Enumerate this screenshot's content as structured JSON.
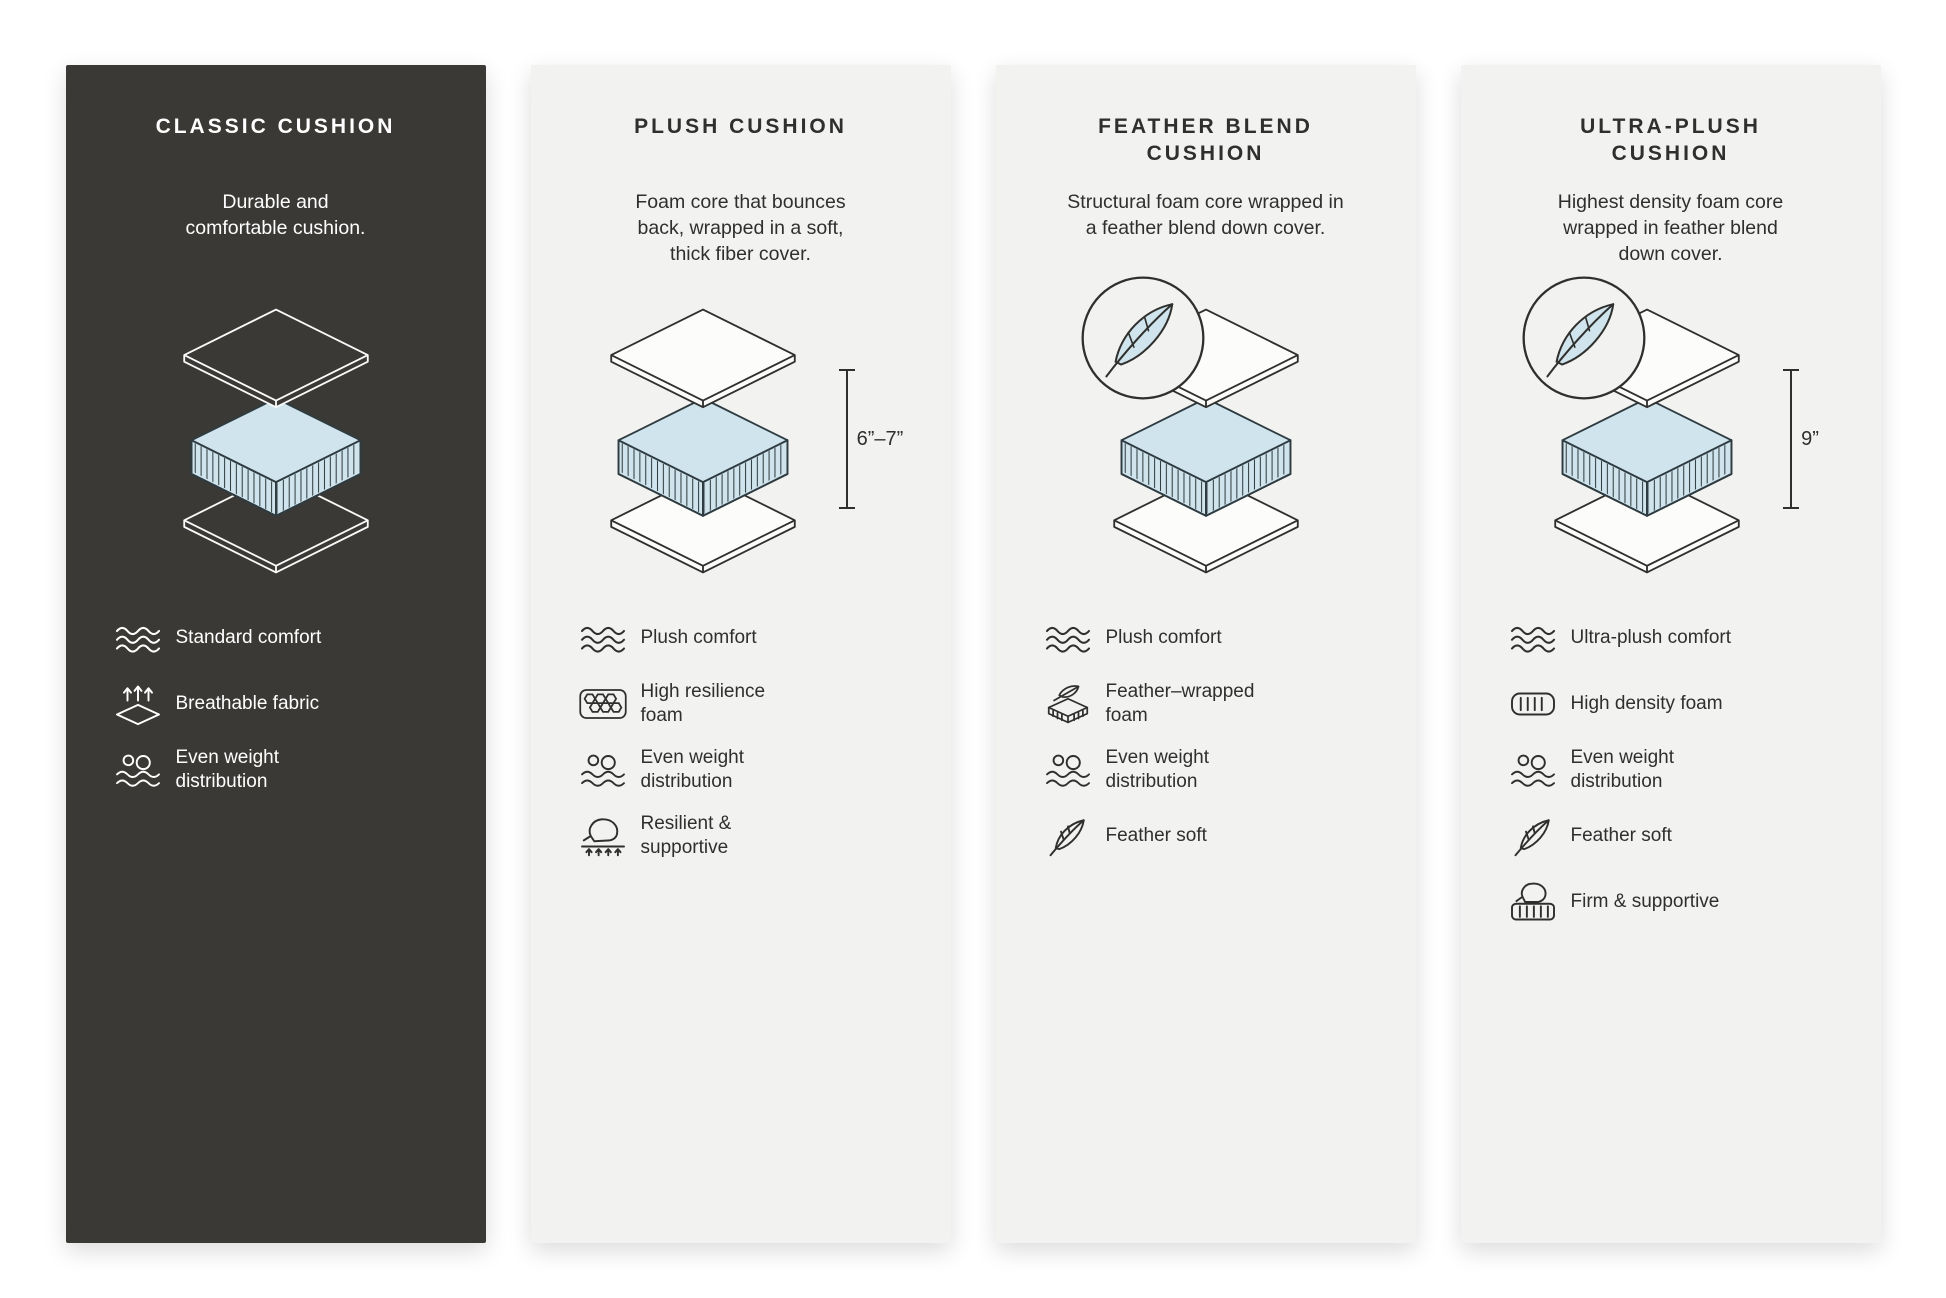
{
  "colors": {
    "background": "#ffffff",
    "dark_card": "#3a3936",
    "light_card": "#f2f2f0",
    "foam_blue": "#cfe4ec",
    "ink_dark": "#2f2f2d",
    "ink_light": "#ffffff"
  },
  "cards": [
    {
      "id": "classic-cushion",
      "theme": "dark",
      "title": "CLASSIC CUSHION",
      "description": "Durable and\ncomfortable cushion.",
      "illustration": "three-layer-cushion",
      "features": [
        {
          "icon": "waves-icon",
          "label": "Standard comfort"
        },
        {
          "icon": "breathable-fabric-icon",
          "label": "Breathable fabric"
        },
        {
          "icon": "weight-distribution-icon",
          "label": "Even weight\ndistribution"
        }
      ]
    },
    {
      "id": "plush-cushion",
      "theme": "light",
      "title": "PLUSH CUSHION",
      "description": "Foam core that bounces\nback, wrapped in a soft,\nthick fiber cover.",
      "illustration": "three-layer-cushion",
      "measurement": "6”–7”",
      "features": [
        {
          "icon": "waves-icon",
          "label": "Plush comfort"
        },
        {
          "icon": "resilience-foam-icon",
          "label": "High resilience\nfoam"
        },
        {
          "icon": "weight-distribution-icon",
          "label": "Even weight\ndistribution"
        },
        {
          "icon": "hand-press-icon",
          "label": "Resilient &\nsupportive"
        }
      ]
    },
    {
      "id": "feather-blend-cushion",
      "theme": "light",
      "title": "FEATHER BLEND\nCUSHION",
      "description": "Structural foam core wrapped in\na feather blend down cover.",
      "illustration": "three-layer-cushion-with-feather-badge",
      "features": [
        {
          "icon": "waves-icon",
          "label": "Plush comfort"
        },
        {
          "icon": "feather-wrapped-foam-icon",
          "label": "Feather–wrapped\nfoam"
        },
        {
          "icon": "weight-distribution-icon",
          "label": "Even weight\ndistribution"
        },
        {
          "icon": "feather-icon",
          "label": "Feather soft"
        }
      ]
    },
    {
      "id": "ultra-plush-cushion",
      "theme": "light",
      "title": "ULTRA-PLUSH\nCUSHION",
      "description": "Highest density foam core\nwrapped in feather blend\ndown cover.",
      "illustration": "three-layer-cushion-with-feather-badge",
      "measurement": "9”",
      "features": [
        {
          "icon": "waves-icon",
          "label": "Ultra-plush comfort"
        },
        {
          "icon": "high-density-foam-icon",
          "label": "High density foam"
        },
        {
          "icon": "weight-distribution-icon",
          "label": "Even weight\ndistribution"
        },
        {
          "icon": "feather-icon",
          "label": "Feather soft"
        },
        {
          "icon": "firm-support-icon",
          "label": "Firm & supportive"
        }
      ]
    }
  ]
}
